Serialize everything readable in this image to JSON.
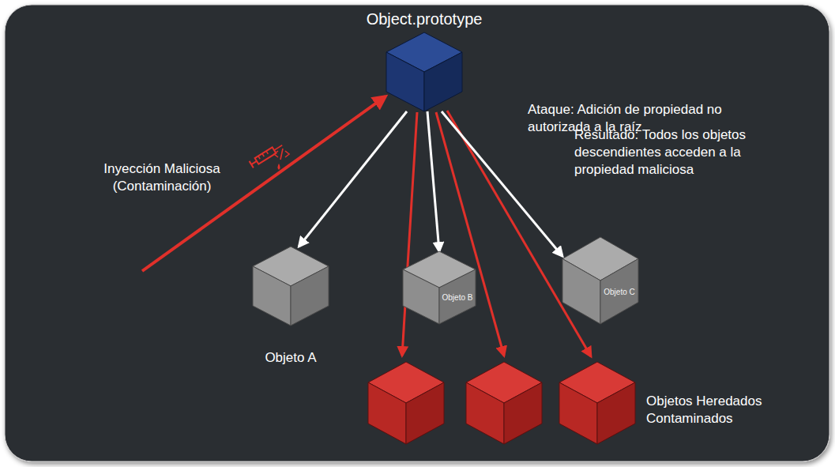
{
  "diagram": {
    "nodes": [
      {
        "text": [
          "Object.prototype"
        ]
      },
      {
        "text": [
          "Objeto A"
        ]
      },
      {
        "text": [
          "Objeto B"
        ]
      },
      {
        "text": [
          "Objeto C"
        ]
      }
    ],
    "edges": [
      {
        "from": 0,
        "to": 1,
        "arrow": "to"
      },
      {
        "from": 0,
        "to": 2,
        "arrow": "to"
      },
      {
        "from": 0,
        "to": 3,
        "arrow": "to"
      }
    ],
    "labels": [
      "Ataque: Adición de propiedad no autorizada a la raíz",
      "Inyección Maliciosa (Contaminación)",
      "Resultado: Todos los objetos descendientes acceden a la propiedad maliciosa",
      "Objetos Heredados Contaminados"
    ]
  }
}
